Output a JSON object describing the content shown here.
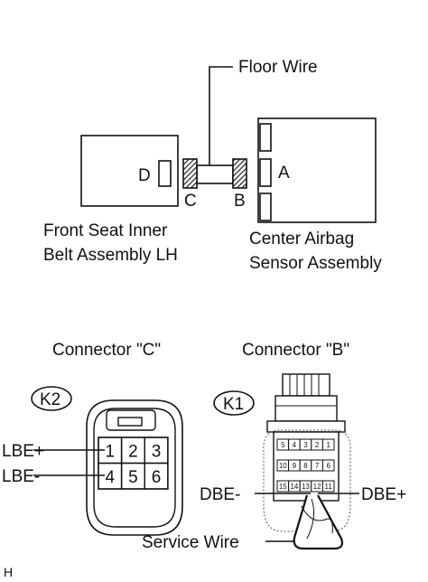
{
  "labels": {
    "floor_wire": "Floor Wire",
    "d": "D",
    "c": "C",
    "b": "B",
    "a": "A",
    "front_seat_line1": "Front Seat Inner",
    "front_seat_line2": "Belt Assembly LH",
    "center_airbag_line1": "Center Airbag",
    "center_airbag_line2": "Sensor Assembly",
    "connector_c": "Connector \"C\"",
    "connector_b": "Connector \"B\"",
    "k2": "K2",
    "k1": "K1",
    "lbe_plus": "LBE+",
    "lbe_minus": "LBE-",
    "dbe_minus": "DBE-",
    "dbe_plus": "DBE+",
    "service_wire": "Service Wire",
    "corner_code": "H"
  },
  "connector_c_pins": [
    "1",
    "2",
    "3",
    "4",
    "5",
    "6"
  ],
  "connector_b_pins_row1": [
    "5",
    "4",
    "3",
    "2",
    "1"
  ],
  "connector_b_pins_row2": [
    "10",
    "9",
    "8",
    "7",
    "6"
  ],
  "connector_b_pins_row3": [
    "15",
    "14",
    "13",
    "12",
    "11"
  ]
}
